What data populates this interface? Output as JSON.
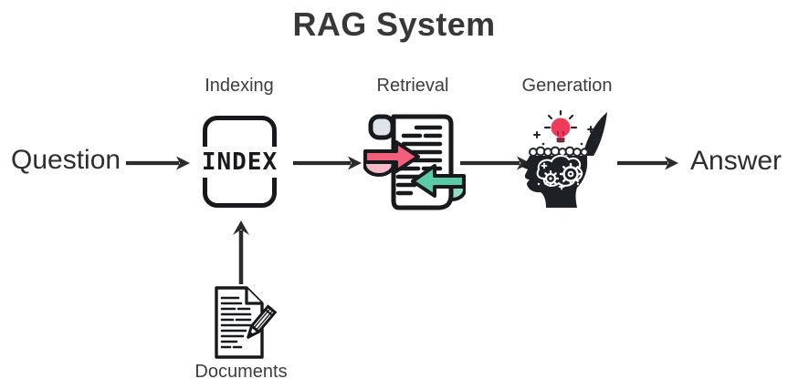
{
  "title": "RAG System",
  "flow": {
    "input": {
      "label": "Question"
    },
    "stages": [
      {
        "label": "Indexing",
        "icon": "index-box-icon",
        "box_text": "INDEX"
      },
      {
        "label": "Retrieval",
        "icon": "document-exchange-icon"
      },
      {
        "label": "Generation",
        "icon": "open-head-idea-icon"
      }
    ],
    "output": {
      "label": "Answer"
    }
  },
  "source": {
    "label": "Documents",
    "icon": "document-pencil-icon"
  },
  "colors": {
    "background": "#ffffff",
    "title_text": "#383838",
    "label_text": "#3d3d3d",
    "node_text": "#2e2e2e",
    "ink_outline": "#17191c",
    "arrow": "#2b2b2b",
    "pink": "#f25f7b",
    "pink_light": "#f8bac6",
    "teal": "#5bcba5",
    "teal_light": "#8fdec4",
    "curl_gray": "#dfe3ea",
    "bulb_red": "#ee3a5b"
  }
}
